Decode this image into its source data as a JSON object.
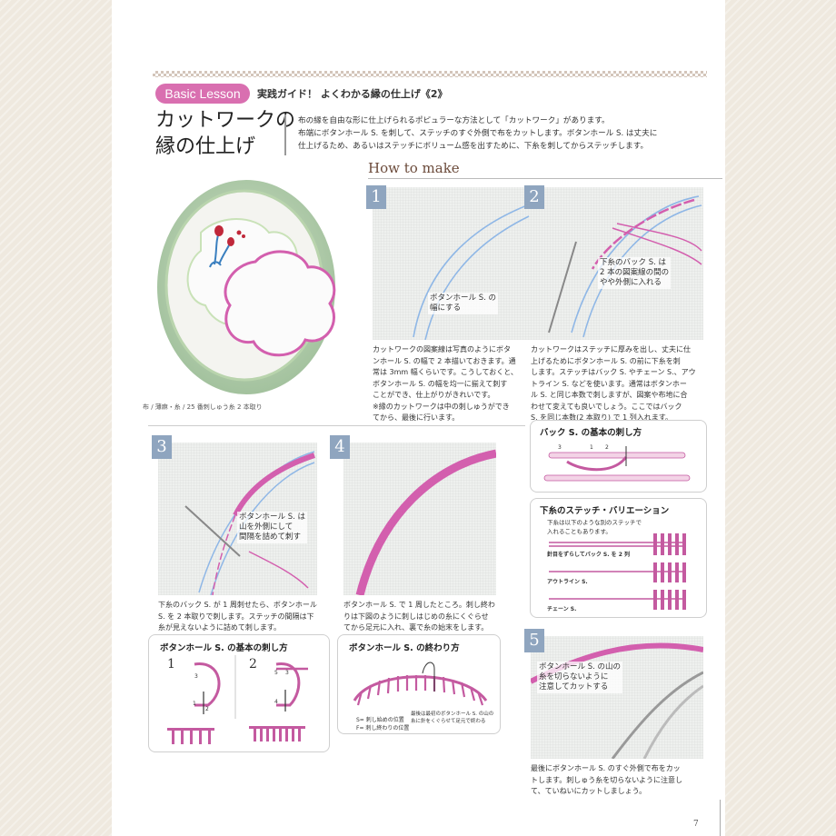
{
  "header": {
    "tag": "Basic Lesson",
    "subtitle": "実践ガイド！ よくわかる縁の仕上げ《2》",
    "title_line1": "カットワークの",
    "title_line2": "縁の仕上げ"
  },
  "intro": [
    "布の縁を自由な形に仕上げられるポピュラーな方法として「カットワーク」があります。",
    "布端にボタンホール S. を刺して、ステッチのすぐ外側で布をカットします。ボタンホール S. は丈夫に",
    "仕上げるため、あるいはステッチにボリューム感を出すために、下糸を刺してからステッチします。"
  ],
  "howto": "How to make",
  "main_caption": "布 / 薄麻・糸 / 25 番刺しゅう糸 2 本取り",
  "steps": [
    {
      "num": "1",
      "callout": [
        "ボタンホール S. の",
        "幅にする"
      ],
      "desc": [
        "カットワークの図案線は写真のようにボタ",
        "ンホール S. の幅で 2 本描いておきます。通",
        "常は 3mm 幅くらいです。こうしておくと、",
        "ボタンホール S. の幅を均一に揃えて刺す",
        "ことができ、仕上がりがきれいです。",
        "※縁のカットワークは中の刺しゅうができ",
        "てから、最後に行います。"
      ]
    },
    {
      "num": "2",
      "callout": [
        "下糸のバック S. は",
        "2 本の図案線の間の",
        "やや外側に入れる"
      ],
      "desc": [
        "カットワークはステッチに厚みを出し、丈夫に仕",
        "上げるためにボタンホール S. の前に下糸を刺",
        "します。ステッチはバック S. やチェーン S.、アウ",
        "トライン S. などを使います。通常はボタンホー",
        "ル S. と同じ本数で刺しますが、図案や布地に合",
        "わせて変えても良いでしょう。ここではバック",
        "S. を同じ本数(2 本取り) で 1 列入れます。"
      ]
    },
    {
      "num": "3",
      "callout": [
        "ボタンホール S. は",
        "山を外側にして",
        "間隔を詰めて刺す"
      ],
      "desc": [
        "下糸のバック S. が 1 周刺せたら、ボタンホール",
        "S. を 2 本取りで刺します。ステッチの間隔は下",
        "糸が見えないように詰めて刺します。"
      ]
    },
    {
      "num": "4",
      "callout": [],
      "desc": [
        "ボタンホール S. で 1 周したところ。刺し終わ",
        "りは下図のように刺しはじめの糸にくぐらせ",
        "てから足元に入れ、裏で糸の始末をします。"
      ]
    },
    {
      "num": "5",
      "callout": [
        "ボタンホール S. の山の",
        "糸を切らないように",
        "注意してカットする"
      ],
      "desc": [
        "最後にボタンホール S. のすぐ外側で布をカッ",
        "トします。刺しゅう糸を切らないように注意し",
        "て、ていねいにカットしましょう。"
      ]
    }
  ],
  "diagrams": {
    "back_stitch": {
      "title": "バック S. の基本の刺し方",
      "nums": [
        "3",
        "1",
        "2"
      ]
    },
    "variation": {
      "title": "下糸のステッチ・バリエーション",
      "note": [
        "下糸は以下のような別のステッチで",
        "入れることもあります。"
      ],
      "rows": [
        "針目をずらしてバック S. を 2 列",
        "アウトライン S.",
        "チェーン S."
      ]
    },
    "buttonhole_basic": {
      "title": "ボタンホール S. の基本の刺し方",
      "steps": [
        "1",
        "2"
      ],
      "nums": [
        "3",
        "1",
        "2",
        "5",
        "3",
        "4"
      ]
    },
    "buttonhole_end": {
      "title": "ボタンホール S. の終わり方",
      "legend": [
        "S= 刺し始めの位置",
        "F= 刺し終わりの位置"
      ],
      "note": [
        "最後は最初のボタンホール S. の山の",
        "糸に針をくぐらせて足元で終わる"
      ]
    }
  },
  "page_number": "7",
  "colors": {
    "accent_pink": "#d96fb0",
    "step_blue": "#8fa5bf",
    "thread_pink": "#d35fae",
    "line_blue": "#8fb7e6"
  }
}
